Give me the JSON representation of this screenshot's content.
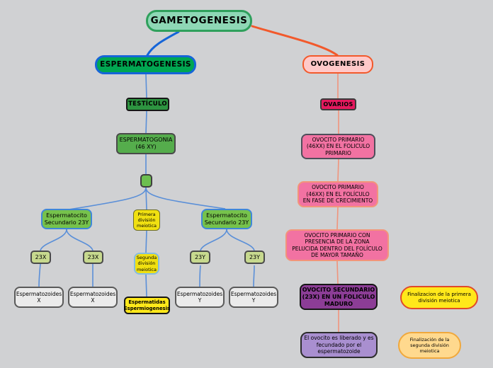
{
  "palette": {
    "background": "#d0d1d3",
    "main_blue_link": "#1565d8",
    "main_orange_link": "#f2592b",
    "chain_blue_link": "#5a8fd8",
    "chain_salmon_link": "#f0947c",
    "gametogenesis_fill": "#8ed7b5",
    "espermatogenesis_fill": "#00a651",
    "ovogenesis_fill": "#ffc9c9",
    "ovarios_fill": "#e6195e",
    "pink_fill": "#f272a2",
    "purple_fill": "#8c3d96",
    "yellow_fill": "#f0e011",
    "bright_yellow_fill": "#ffe81a",
    "light_purple_fill": "#a98fd0"
  },
  "nodes": {
    "gametogenesis": {
      "label": "GAMETOGENESIS"
    },
    "espermatogenesis": {
      "label": "ESPERMATOGENESIS"
    },
    "ovogenesis": {
      "label": "OVOGENESIS"
    },
    "testiculo": {
      "label": "TESTÍCULO"
    },
    "ovarios": {
      "label": "OVARIOS"
    },
    "espermatogonia": {
      "label": "ESPERMATOGONIA\n(46 XY)"
    },
    "ovocito_primario_foliculo_primario": {
      "label": "OVOCITO PRIMARIO\n(46XX) EN EL FOLICULO\nPRIMARIO"
    },
    "ovocito_primario_crecimiento": {
      "label": "OVOCITO PRIMARIO\n(46XX) EN EL FOLÍCULO\nEN FASE DE CRECIMIENTO"
    },
    "espermatocito_izquierdo": {
      "label": "Espermatocito\nSecundario 23Y"
    },
    "primera_division": {
      "label": "Primera\ndivisión\nmeiotica"
    },
    "espermatocito_derecho": {
      "label": "Espermatocito\nSecundario 23Y"
    },
    "ovocito_zona_pelucida": {
      "label": "OVOCITO PRIMARIO CON\nPRESENCIA DE LA ZONA\nPELUCIDA DENTRO DEL FOLÍCULO\nDE MAYOR TAMAÑO"
    },
    "cromosoma_x1": {
      "label": "23X"
    },
    "cromosoma_x2": {
      "label": "23X"
    },
    "segunda_division": {
      "label": "Segunda\ndivisión\nmeiotica"
    },
    "cromosoma_y1": {
      "label": "23Y"
    },
    "cromosoma_y2": {
      "label": "23Y"
    },
    "ovocito_secundario": {
      "label": "OVOCITO SECUNDARIO\n(23X) EN UN FOLICULO\nMADURO"
    },
    "finalizacion_primera": {
      "label": "Finalizacion de la primera\ndivisión meiotica"
    },
    "espermatozoides_x1": {
      "label": "Espermatozoides\nX"
    },
    "espermatozoides_x2": {
      "label": "Espermatozoides\nX"
    },
    "espermatidas": {
      "label": "Espermatidas\nEspermiogenesis"
    },
    "espermatozoides_y1": {
      "label": "Espermatozoides\nY"
    },
    "espermatozoides_y2": {
      "label": "Espermatozoides\nY"
    },
    "ovocito_liberado": {
      "label": "El ovocito es liberado y es\nfecundado por el\nespermatozoide"
    },
    "finalizacion_segunda": {
      "label": "Finalización de la\nsegunda división\nmeiotica"
    }
  }
}
